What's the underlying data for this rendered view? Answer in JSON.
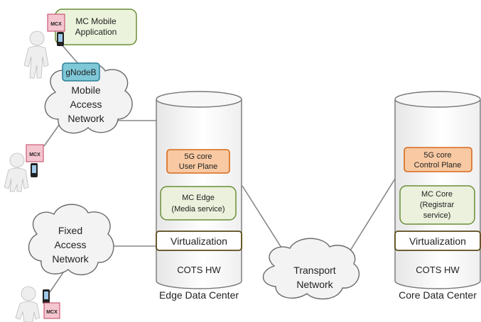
{
  "labels": {
    "mc_mobile_app_line1": "MC Mobile",
    "mc_mobile_app_line2": "Application",
    "gnodeb": "gNodeB",
    "mobile_access_line1": "Mobile",
    "mobile_access_line2": "Access",
    "mobile_access_line3": "Network",
    "fixed_access_line1": "Fixed",
    "fixed_access_line2": "Access",
    "fixed_access_line3": "Network",
    "edge_5g_line1": "5G core",
    "edge_5g_line2": "User Plane",
    "mc_edge_line1": "MC Edge",
    "mc_edge_line2": "(Media service)",
    "edge_virtualization": "Virtualization",
    "edge_cots": "COTS HW",
    "edge_dc": "Edge Data Center",
    "core_5g_line1": "5G core",
    "core_5g_line2": "Control Plane",
    "mc_core_line1": "MC Core",
    "mc_core_line2": "(Registrar",
    "mc_core_line3": "service)",
    "core_virtualization": "Virtualization",
    "core_cots": "COTS HW",
    "core_dc": "Core Data Center",
    "transport_line1": "Transport",
    "transport_line2": "Network",
    "mcx_logo": "MCX"
  },
  "colors": {
    "app_fill": "#ecf3dc",
    "app_border": "#6b8e3a",
    "gnodeb_fill": "#7ec8d8",
    "gnodeb_border": "#2c7f99",
    "fiveg_fill": "#f8c9a2",
    "fiveg_border": "#d86a1c",
    "mc_fill": "#ebf1dc",
    "mc_border": "#6b8e3a",
    "virt_border": "#5a4a1a",
    "cylinder_border": "#777777",
    "line": "#888888",
    "logo_fill": "#f4c6cf",
    "logo_border": "#c04060"
  }
}
